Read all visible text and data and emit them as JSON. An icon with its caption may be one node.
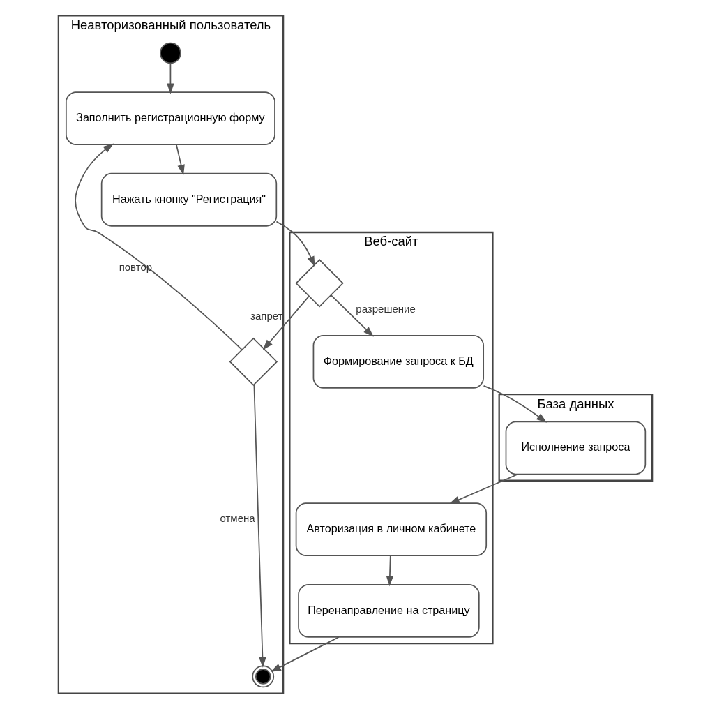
{
  "diagram": {
    "nodes": [
      {
        "text": [
          "Неавторизованный пользователь"
        ]
      },
      {
        "text": [
          "Веб-сайт"
        ]
      },
      {
        "text": [
          "База данных"
        ]
      },
      {
        "text": [],
        "shape": "circle",
        "in": 0
      },
      {
        "text": [
          "Заполнить регистрационную форму"
        ],
        "in": 0
      },
      {
        "text": [
          "Нажать кнопку \"Регистрация\""
        ],
        "in": 0
      },
      {
        "text": [],
        "shape": "diamond",
        "in": 0
      },
      {
        "text": [],
        "shape": "bullseye",
        "in": 0
      },
      {
        "text": [],
        "shape": "diamond",
        "in": 1
      },
      {
        "text": [
          "Формирование запроса к БД"
        ],
        "in": 1
      },
      {
        "text": [
          "Авторизация в личном кабинете"
        ],
        "in": 1
      },
      {
        "text": [
          "Перенаправление на страницу"
        ],
        "in": 1
      },
      {
        "text": [
          "Исполнение запроса"
        ],
        "in": 2
      }
    ],
    "edges": [
      {
        "from": 3,
        "to": 4,
        "arrow": "to"
      },
      {
        "from": 4,
        "to": 5,
        "arrow": "to"
      },
      {
        "from": 5,
        "to": 8,
        "arrow": "to"
      },
      {
        "from": 8,
        "to": 9,
        "arrow": "to",
        "label": "разрешение"
      },
      {
        "from": 8,
        "to": 6,
        "arrow": "to",
        "label": "запрет"
      },
      {
        "from": 6,
        "to": 4,
        "arrow": "to",
        "label": "повтор"
      },
      {
        "from": 6,
        "to": 7,
        "arrow": "to",
        "label": "отмена"
      },
      {
        "from": 9,
        "to": 12,
        "arrow": "to"
      },
      {
        "from": 12,
        "to": 10,
        "arrow": "to"
      },
      {
        "from": 10,
        "to": 11,
        "arrow": "to"
      },
      {
        "from": 11,
        "to": 7,
        "arrow": "to"
      }
    ]
  }
}
